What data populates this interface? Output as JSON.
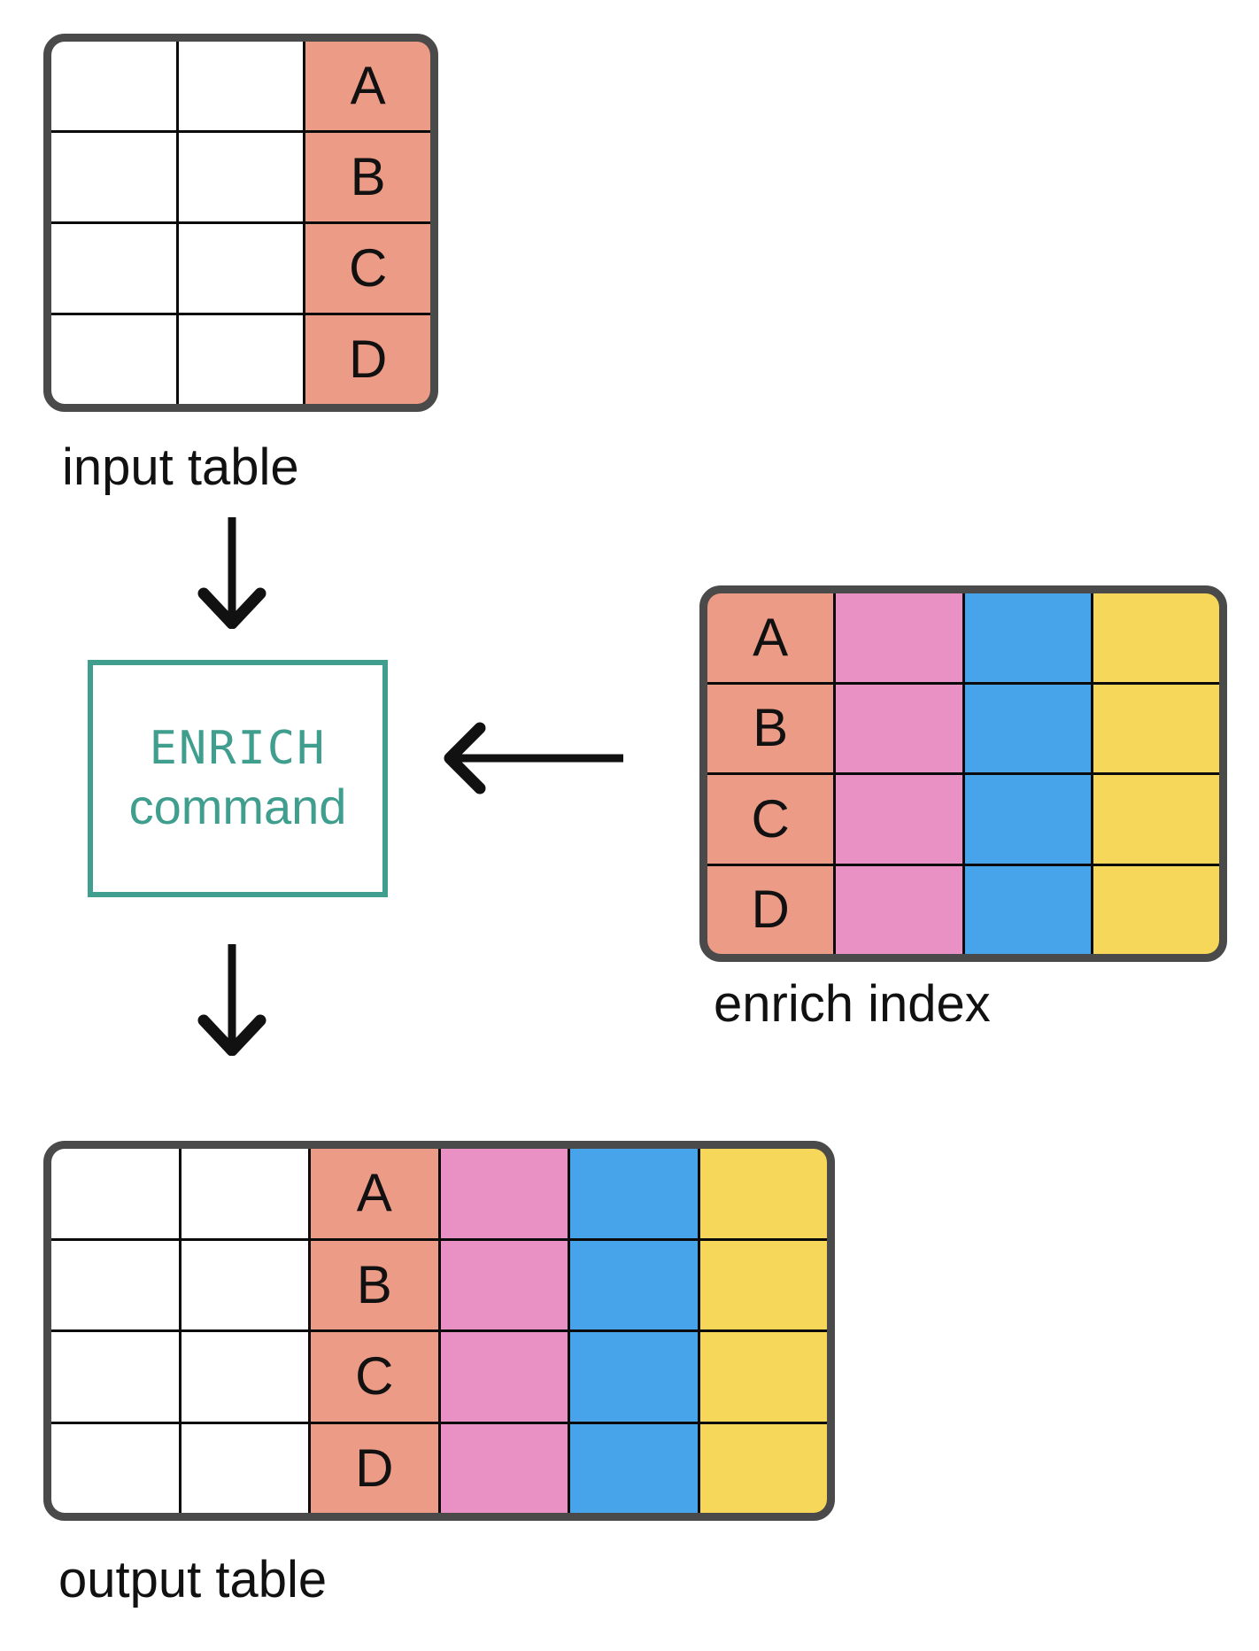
{
  "labels": {
    "input_table": "input table",
    "enrich_index": "enrich index",
    "output_table": "output table"
  },
  "command_box": {
    "line1": "ENRICH",
    "line2": "command"
  },
  "key_values": [
    "A",
    "B",
    "C",
    "D"
  ],
  "tables": {
    "input": {
      "rows": 4,
      "columns": [
        "plain",
        "plain",
        "key"
      ]
    },
    "enrich_index": {
      "rows": 4,
      "columns": [
        "key",
        "pink",
        "blue",
        "yellow"
      ]
    },
    "output": {
      "rows": 4,
      "columns": [
        "plain",
        "plain",
        "key",
        "pink",
        "blue",
        "yellow"
      ]
    }
  },
  "icons": {
    "arrow_input_to_command": "arrow-down-icon",
    "arrow_index_to_command": "arrow-left-icon",
    "arrow_command_to_output": "arrow-down-icon"
  },
  "colors": {
    "salmon": "#EC9B86",
    "pink": "#E991C4",
    "blue": "#47A4EB",
    "yellow": "#F6D75A",
    "teal": "#3F9E8D",
    "frame": "#4A4A4A",
    "grid": "#0B0B0B",
    "ink": "#111111"
  }
}
